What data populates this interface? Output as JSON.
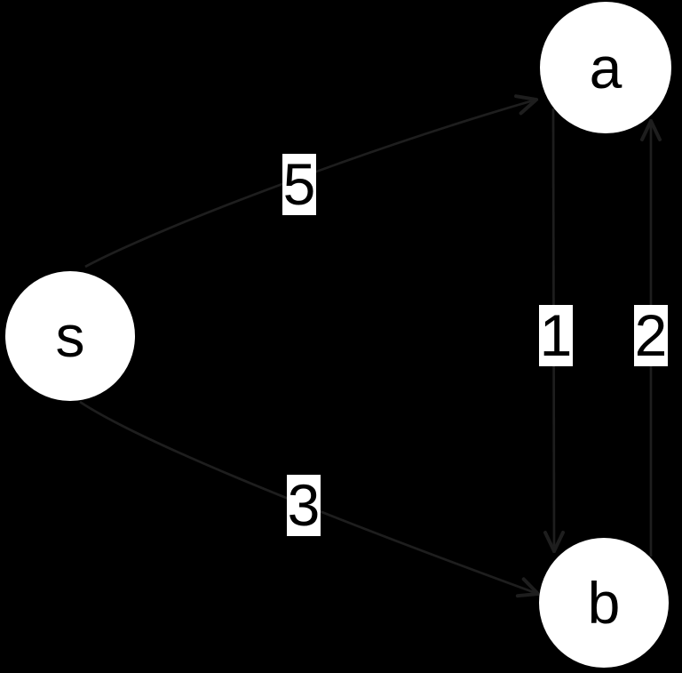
{
  "colors": {
    "background": "#000000",
    "node_fill": "#ffffff",
    "node_text": "#000000",
    "edge": "#1e1e1e",
    "edge_label_bg": "#ffffff",
    "edge_label_text": "#000000"
  },
  "graph": {
    "type": "directed-weighted-graph",
    "nodes": [
      {
        "id": "s",
        "label": "s"
      },
      {
        "id": "a",
        "label": "a"
      },
      {
        "id": "b",
        "label": "b"
      }
    ],
    "edges": [
      {
        "from": "s",
        "to": "a",
        "weight": "5"
      },
      {
        "from": "s",
        "to": "b",
        "weight": "3"
      },
      {
        "from": "a",
        "to": "b",
        "weight": "1"
      },
      {
        "from": "b",
        "to": "a",
        "weight": "2"
      }
    ]
  }
}
